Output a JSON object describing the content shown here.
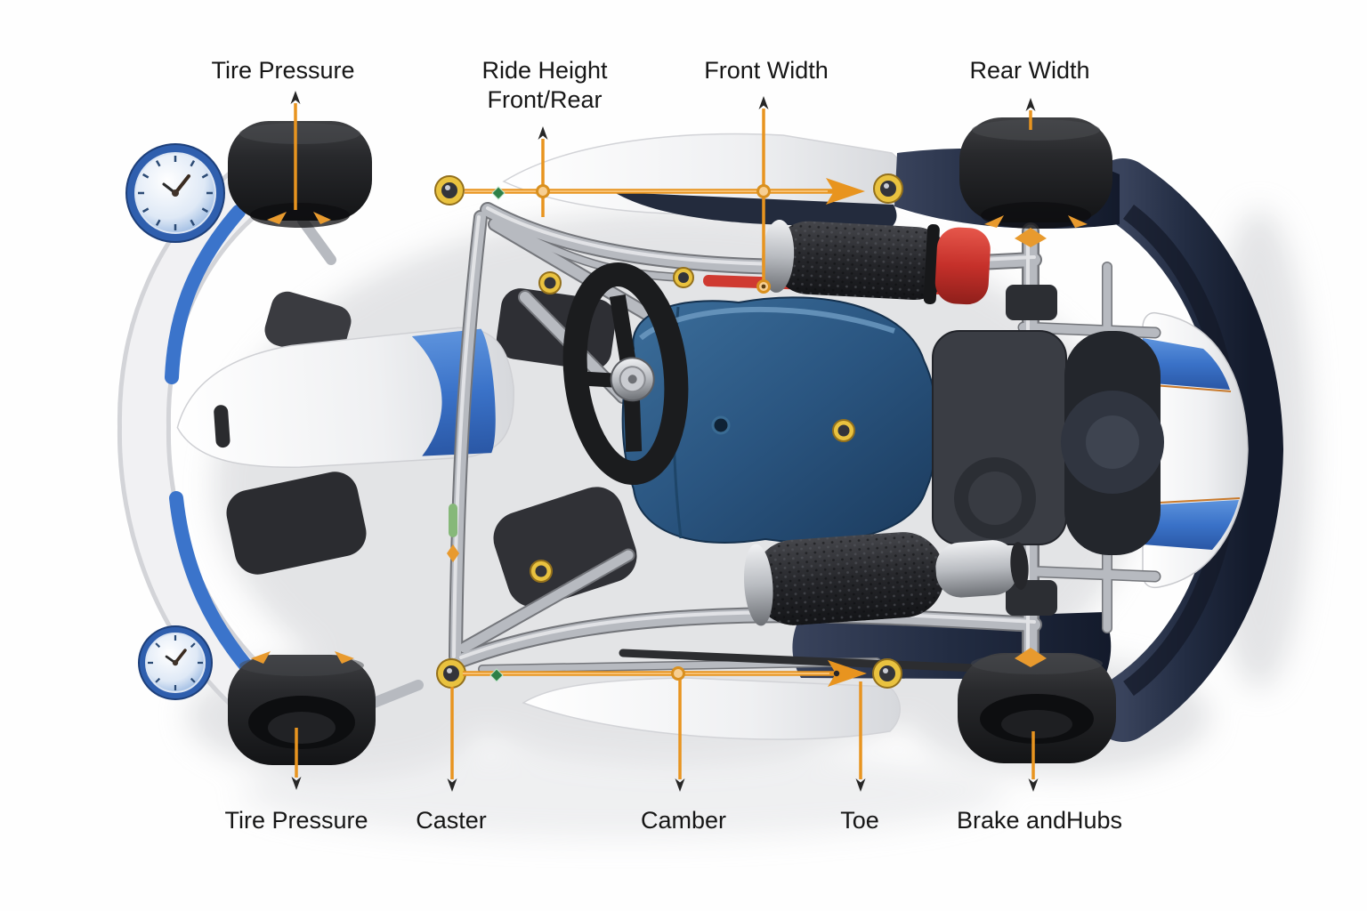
{
  "labels": {
    "tire_pressure_front": "Tire Pressure",
    "ride_height_line1": "Ride Height",
    "ride_height_line2": "Front/Rear",
    "front_width": "Front Width",
    "rear_width": "Rear Width",
    "tire_pressure_rear": "Tire Pressure",
    "caster": "Caster",
    "camber": "Camber",
    "toe": "Toe",
    "brake_hubs": "Brake andHubs"
  },
  "colors": {
    "annotation_orange": "#E8941F",
    "arrowhead_dark": "#262626",
    "kart_blue": "#3A72C8",
    "seat_blue": "#2C5A86",
    "bumper_navy": "#1E2638",
    "engine_red": "#C9332C",
    "joint_yellow": "#E9C23F",
    "text_dark": "#161616",
    "background": "#FEFEFE"
  }
}
